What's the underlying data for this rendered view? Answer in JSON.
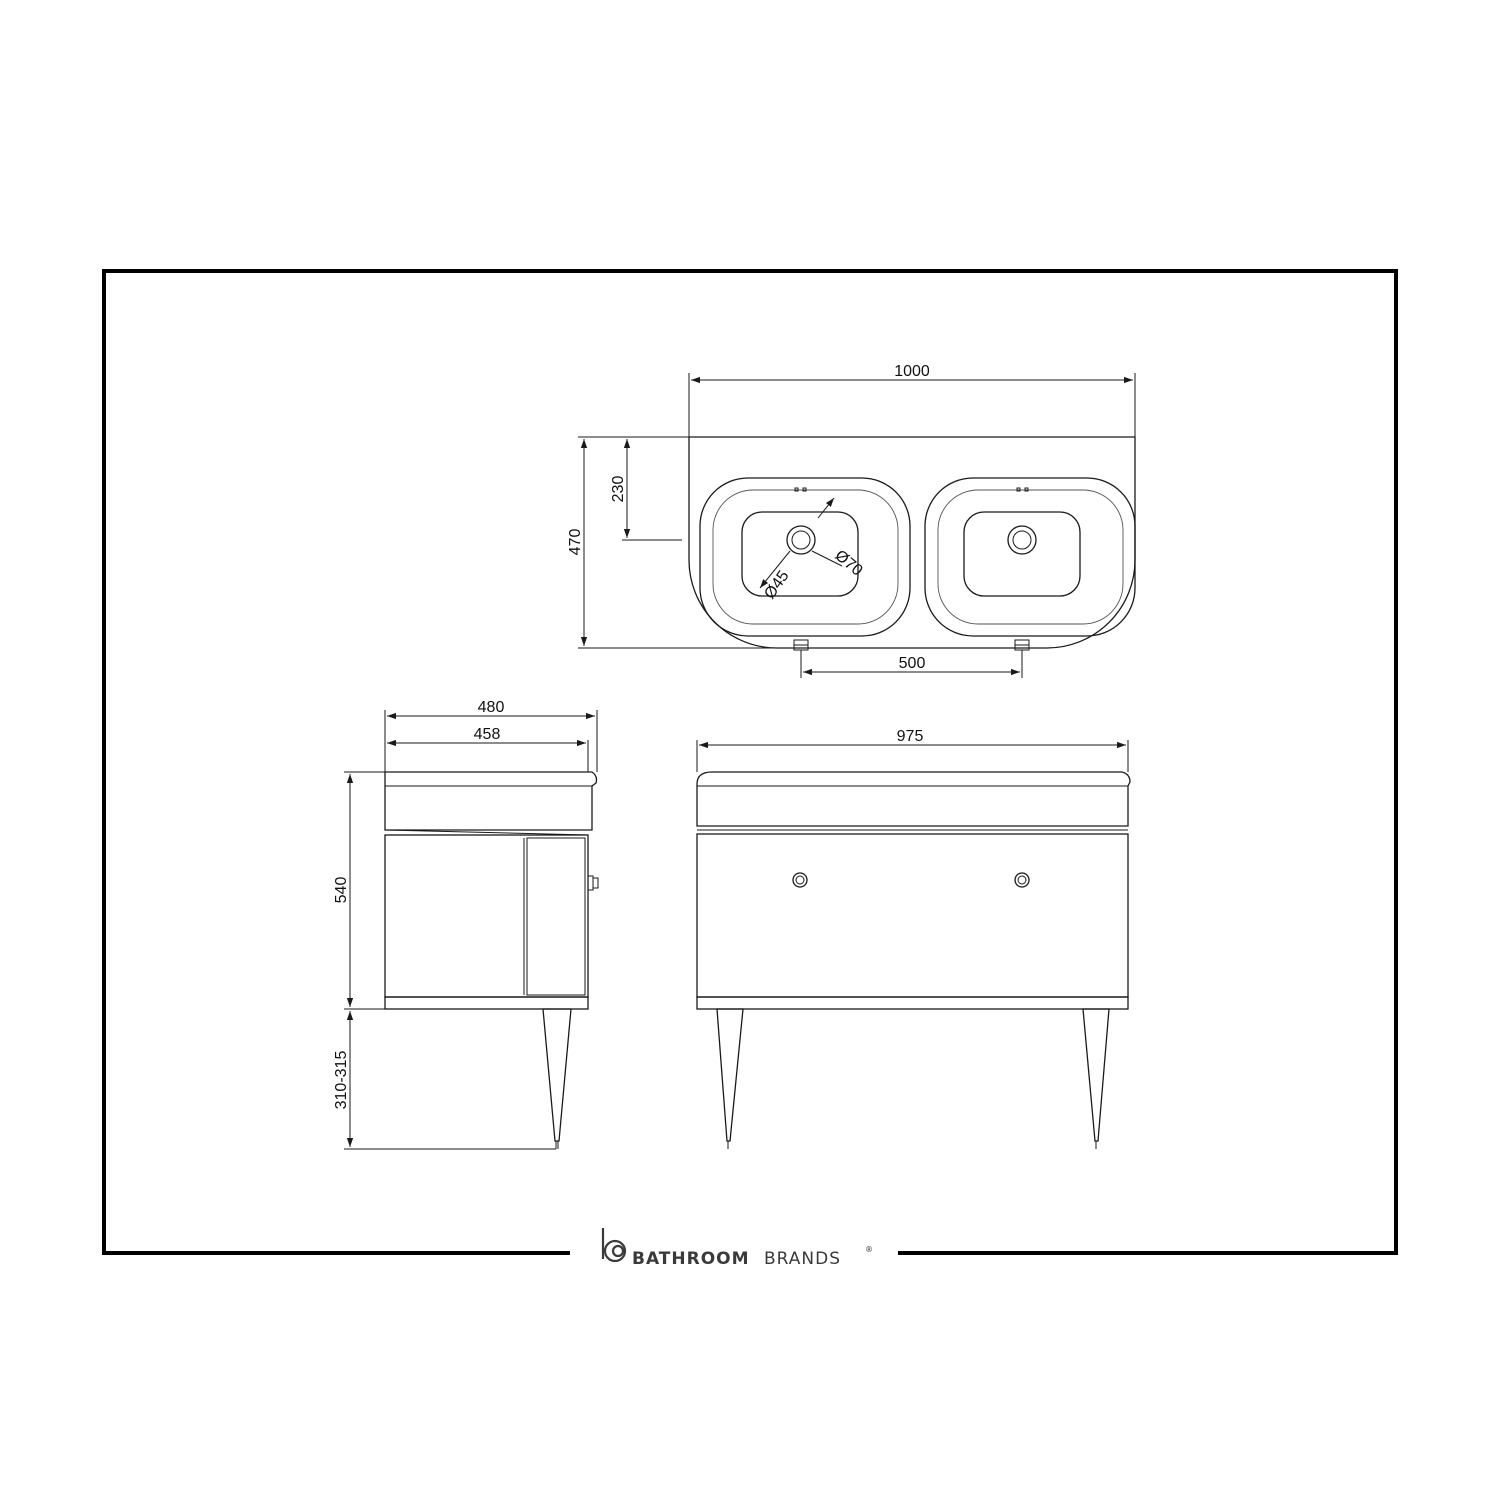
{
  "top_view": {
    "width_label": "1000",
    "depth_label": "470",
    "tap_offset_label": "230",
    "waste_diameter_label": "Ø45",
    "outer_diameter_label": "Ø70",
    "basin_spacing_label": "500"
  },
  "side_view": {
    "overall_depth_label": "480",
    "body_depth_label": "458",
    "body_height_label": "540",
    "leg_height_label": "310-315"
  },
  "front_view": {
    "width_label": "975"
  },
  "brand": {
    "name_bold": "BATHROOM",
    "name_light": "BRANDS",
    "mark": "®"
  },
  "colors": {
    "frame": "#000000",
    "line": "#1a1a1a",
    "brand": "#3a3a3a"
  }
}
